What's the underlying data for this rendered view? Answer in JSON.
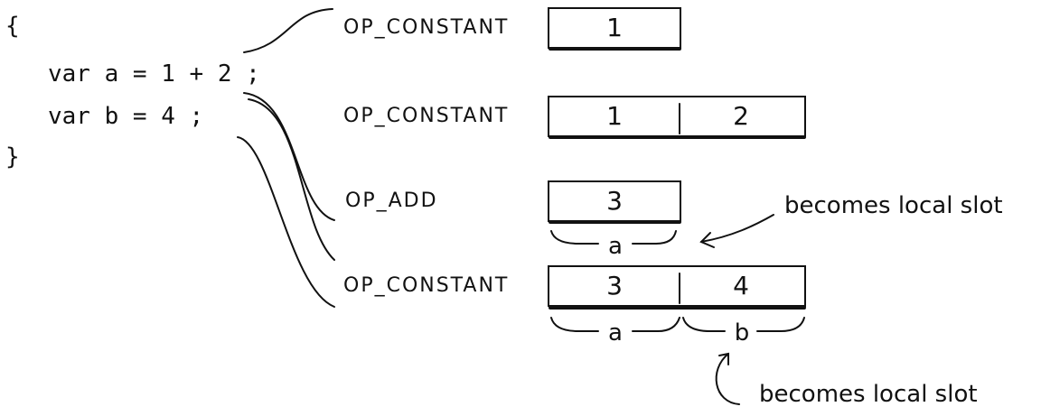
{
  "code": {
    "open_brace": "{",
    "line1": "var a = 1 + 2 ;",
    "line2": "var b = 4 ;",
    "close_brace": "}"
  },
  "rows": [
    {
      "op": "OP_CONSTANT",
      "cells": [
        "1"
      ]
    },
    {
      "op": "OP_CONSTANT",
      "cells": [
        "1",
        "2"
      ]
    },
    {
      "op": "OP_ADD",
      "cells": [
        "3"
      ],
      "slot_labels": [
        "a"
      ]
    },
    {
      "op": "OP_CONSTANT",
      "cells": [
        "3",
        "4"
      ],
      "slot_labels": [
        "a",
        "b"
      ]
    }
  ],
  "annotations": {
    "note1": "becomes local slot",
    "note2": "becomes local slot"
  }
}
